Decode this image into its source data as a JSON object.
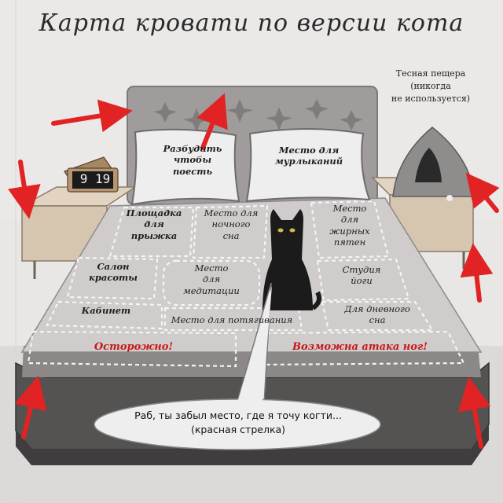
{
  "title": "Карта кровати по версии кота",
  "clock": {
    "time": "9 19"
  },
  "cave_note": "Тесная пещера\n(никогда\nне используется)",
  "pillows": {
    "left": "Разбудить\nчтобы\nпоесть",
    "right": "Место для\nмурлыканий"
  },
  "zones": {
    "jump": "Площадка\nдля\nпрыжка",
    "night": "Место для\nночного\nсна",
    "stains": "Место\nдля\nжирных\nпятен",
    "salon": "Салон\nкрасоты",
    "meditation": "Место\nдля\nмедитации",
    "yoga": "Студия\nйоги",
    "office": "Кабинет",
    "daynap": "Для дневного\nсна",
    "wash": "Место для потягивания"
  },
  "warnings": {
    "careful": "Осторожно!",
    "attack": "Возможна атака ног!"
  },
  "bubble": "Раб, ты забыл место, где я точу когти...\n(красная стрелка)",
  "colors": {
    "arrow": "#e12323",
    "warning_text": "#c81818",
    "bed_fabric": "#cfcccb",
    "headboard": "#9f9c9b",
    "nightstand": "#d6c6b0"
  }
}
